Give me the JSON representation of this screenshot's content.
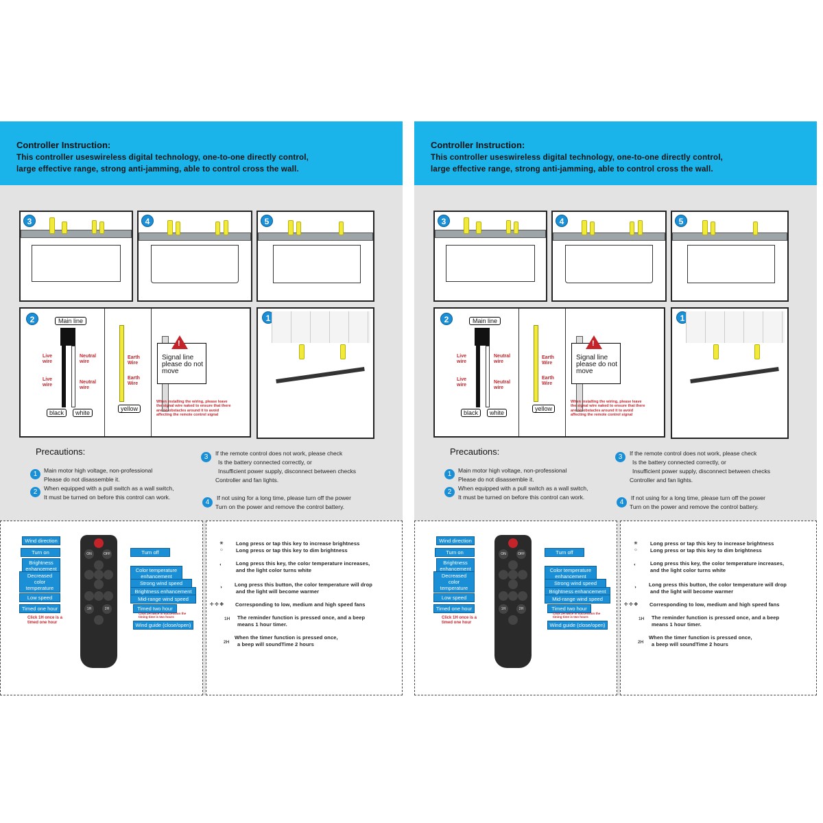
{
  "header": {
    "title": "Controller Instruction:",
    "line1": "This controller useswireless digital technology, one-to-one directly control,",
    "line2": "large effective range, strong anti-jamming, able to control cross the wall."
  },
  "steps": {
    "s3": "3",
    "s4": "4",
    "s5": "5",
    "s2": "2",
    "s1": "1"
  },
  "wiring": {
    "main_line": "Main line",
    "live_wire": "Live wire",
    "neutral_wire": "Neutral wire",
    "earth_wire": "Earth Wire",
    "black": "black",
    "white": "white",
    "yellow": "yellow",
    "warn_exclaim": "!",
    "signal_warning": "Signal line please do not move",
    "signal_note": "When installing the wiring, please leave the signal wire naked to ensure that there are no obstacles around it to avoid affecting the remote control signal"
  },
  "precautions": {
    "title": "Precautions:",
    "p1_num": "1",
    "p1_line1": "Main motor high voltage, non-professional",
    "p1_line2": "Please do not disassemble it.",
    "p2_num": "2",
    "p2_line1": "When equipped with a pull switch as a wall switch,",
    "p2_line2": "It must be turned on before this control can work.",
    "p3_num": "3",
    "p3_line1": "If the remote control does not work, please check",
    "p3_line2": "Is the battery connected correctly, or",
    "p3_line3": "Insufficient power supply, disconnect between checks",
    "p3_line4": "Controller and fan lights.",
    "p4_num": "4",
    "p4_line1": "If not using for a long time, please turn off the power",
    "p4_line2": "Turn on the power and remove the control battery."
  },
  "remote": {
    "wind_direction": "Wind direction",
    "turn_on": "Turn on",
    "turn_off": "Turn off",
    "brightness_enh": "Brightness enhancement",
    "decreased_color": "Decreased color temperature",
    "color_temp_enh": "Color temperature enhancement",
    "strong_wind": "Strong wind speed",
    "brightness_enh2": "Brightness enhancement",
    "low_speed": "Low speed",
    "mid_wind": "Mid-range wind speed",
    "timed_one": "Timed one hour",
    "timed_two": "Timed  two hour",
    "wind_guide": "Wind guide (close/open)",
    "tip_1h": "Click 1H once is a timed one hour",
    "tip_2h": "Click 2H twice in succession the timing time is two hours",
    "btn_on": "ON",
    "btn_off": "OFF",
    "btn_1h": "1H",
    "btn_2h": "2H"
  },
  "keys": {
    "k1": "Long press or tap this key to increase brightness",
    "k2": "Long press or tap this key to dim brightness",
    "k3a": "Long press this key, the color temperature increases,",
    "k3b": "and the light color turns white",
    "k4a": "Long press this button, the color temperature will drop",
    "k4b": "and the light will become warmer",
    "k5": "Corresponding to low, medium and high speed fans",
    "k6a": "The reminder function is pressed once, and a beep",
    "k6b": "means 1 hour timer.",
    "k7a": "When the timer function is pressed once,",
    "k7b": "a beep will soundTime 2 hours",
    "sym_1h": "1H",
    "sym_2h": "2H"
  }
}
